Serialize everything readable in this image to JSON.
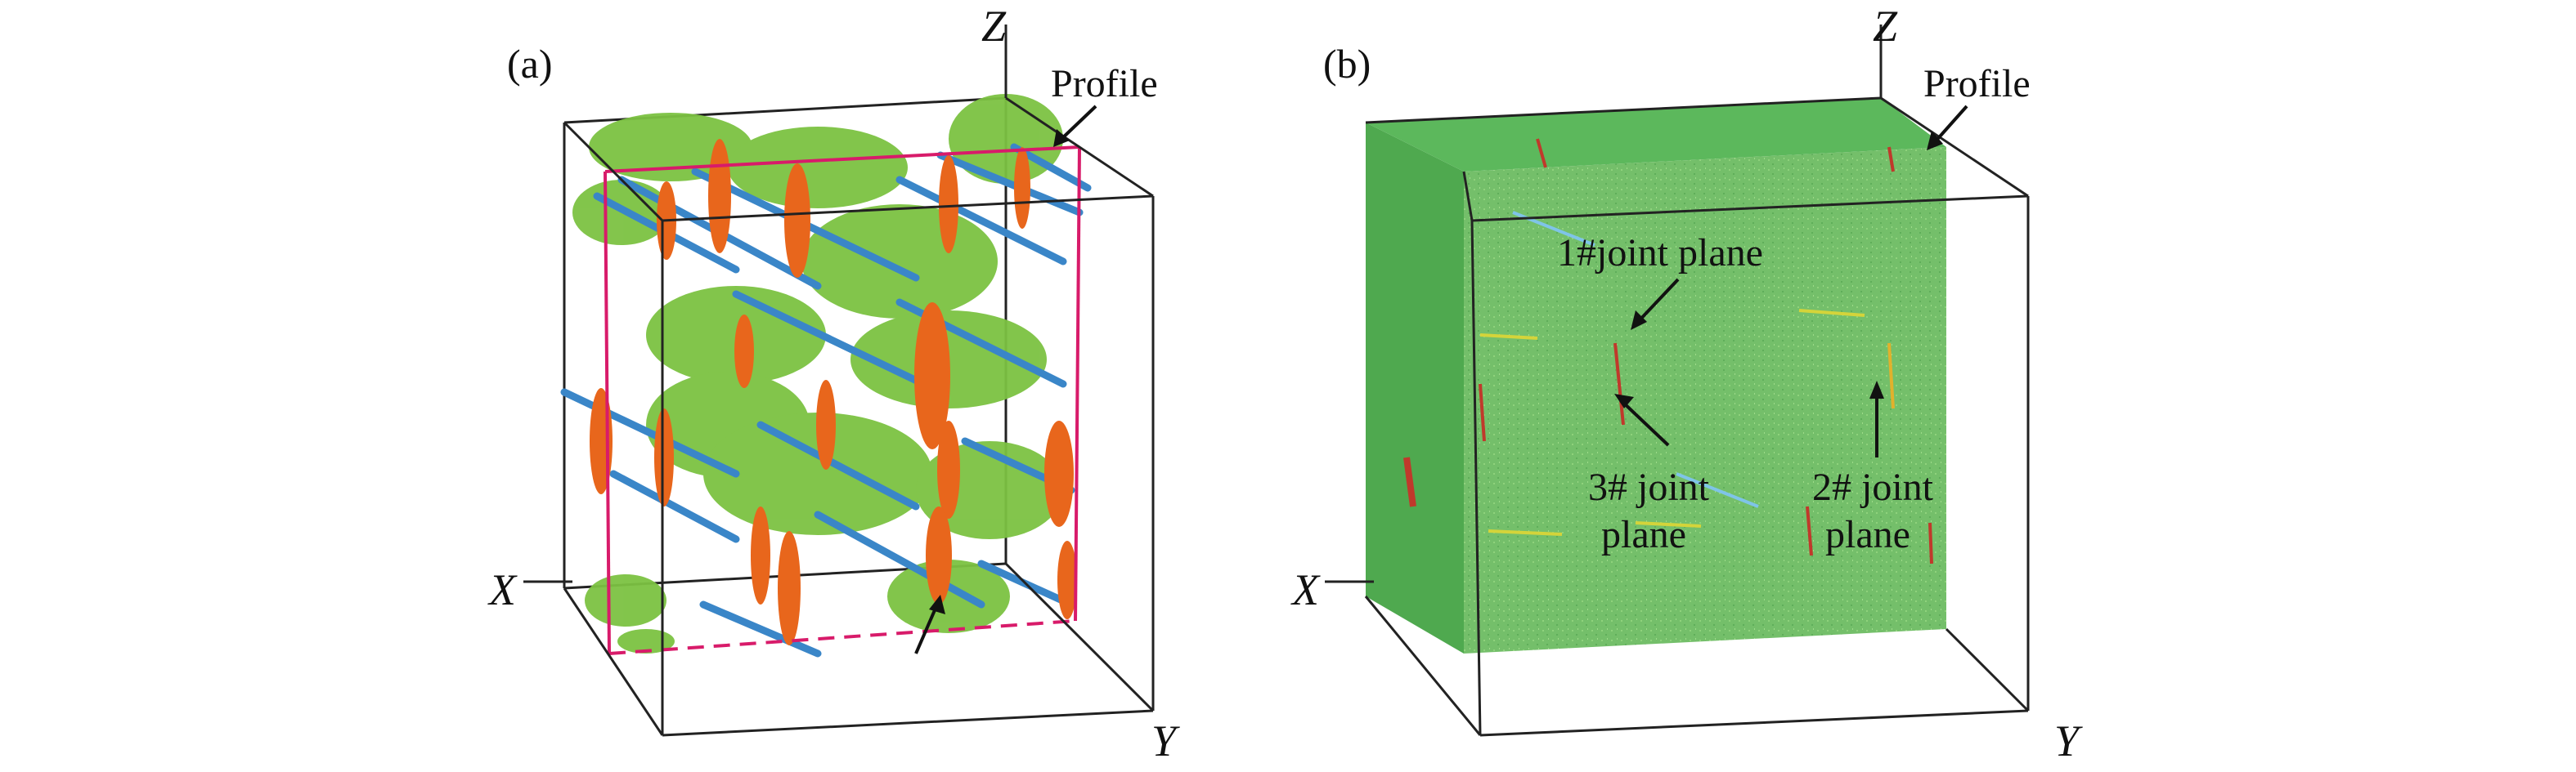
{
  "panels": [
    {
      "id": "a",
      "panel_label": "(a)",
      "axes": {
        "x": "X",
        "y": "Y",
        "z": "Z"
      },
      "annotations": [
        {
          "id": "profile",
          "text": "Profile"
        }
      ]
    },
    {
      "id": "b",
      "panel_label": "(b)",
      "axes": {
        "x": "X",
        "y": "Y",
        "z": "Z"
      },
      "annotations": [
        {
          "id": "profile",
          "text": "Profile"
        },
        {
          "id": "joint1",
          "text": "1#joint plane"
        },
        {
          "id": "joint3",
          "lines": [
            "3# joint",
            "plane"
          ]
        },
        {
          "id": "joint2",
          "lines": [
            "2# joint",
            "plane"
          ]
        }
      ]
    }
  ],
  "colors": {
    "joint_set_1": "#3a86c8",
    "joint_set_2": "#e8661c",
    "joint_set_3": "#7cc242",
    "profile_frame": "#d81b6a",
    "model_fill": "#5cb85c",
    "model_face": "#7cc36a"
  }
}
